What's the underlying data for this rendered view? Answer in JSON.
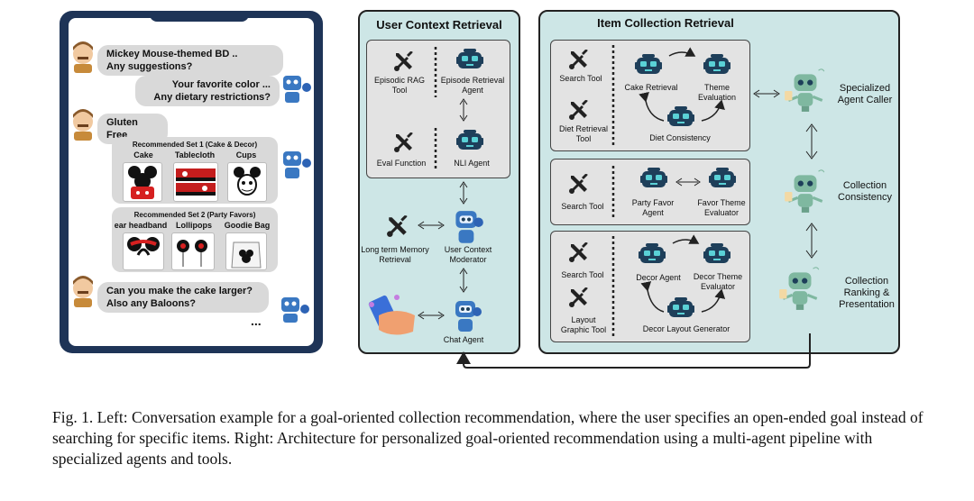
{
  "chat": {
    "msg1_line1": "Mickey Mouse-themed BD ..",
    "msg1_line2": "Any suggestions?",
    "msg2_line1": "Your favorite color ...",
    "msg2_line2": "Any dietary restrictions?",
    "msg3": "Gluten Free",
    "set1_title": "Recommended Set 1 (Cake & Decor)",
    "set1_items": [
      "Cake",
      "Tablecloth",
      "Cups"
    ],
    "set2_title": "Recommended Set 2 (Party Favors)",
    "set2_items": [
      "ear headband",
      "Lollipops",
      "Goodie Bag"
    ],
    "msg4_line1": "Can you make the cake larger?",
    "msg4_line2": "Also any Baloons?",
    "typing": "..."
  },
  "user_context": {
    "title": "User Context Retrieval",
    "episodic_rag_tool": [
      "Episodic RAG",
      "Tool"
    ],
    "episode_retrieval_agent": [
      "Episode Retrieval",
      "Agent"
    ],
    "eval_function": "Eval Function",
    "nli_agent": "NLI Agent",
    "long_term_memory": [
      "Long term Memory",
      "Retrieval"
    ],
    "user_context_moderator": [
      "User Context",
      "Moderator"
    ],
    "chat_agent": "Chat Agent"
  },
  "item_collection": {
    "title": "Item Collection Retrieval",
    "search_tool_1": "Search Tool",
    "cake_retrieval": "Cake Retrieval",
    "theme_evaluation": "Theme Evaluation",
    "diet_retrieval_tool": [
      "Diet Retrieval",
      "Tool"
    ],
    "diet_consistency": "Diet Consistency",
    "search_tool_2": "Search Tool",
    "party_favor_agent": [
      "Party Favor",
      "Agent"
    ],
    "favor_theme_evaluator": [
      "Favor Theme",
      "Evaluator"
    ],
    "search_tool_3": "Search Tool",
    "decor_agent": "Decor Agent",
    "decor_theme_evaluator": [
      "Decor Theme",
      "Evaluator"
    ],
    "layout_graphic_tool": [
      "Layout",
      "Graphic Tool"
    ],
    "decor_layout_generator": "Decor Layout Generator"
  },
  "right_agents": {
    "specialized_agent_caller": [
      "Specialized",
      "Agent Caller"
    ],
    "collection_consistency": [
      "Collection",
      "Consistency"
    ],
    "collection_ranking": [
      "Collection",
      "Ranking &",
      "Presentation"
    ]
  },
  "caption": {
    "text": "Fig. 1.  Left: Conversation example for a goal-oriented collection recommendation, where the user specifies an open-ended goal instead of searching for specific items. Right: Architecture for personalized goal-oriented recommendation using a multi-agent pipeline with specialized agents and tools."
  },
  "colors": {
    "panel_bg": "#cde6e6",
    "group_bg": "#e3e3e3",
    "phone_frame": "#1e3457",
    "robot_dark": "#1e3f5a",
    "robot_accent": "#5ad1d6",
    "robot_green": "#7fb8a0"
  }
}
